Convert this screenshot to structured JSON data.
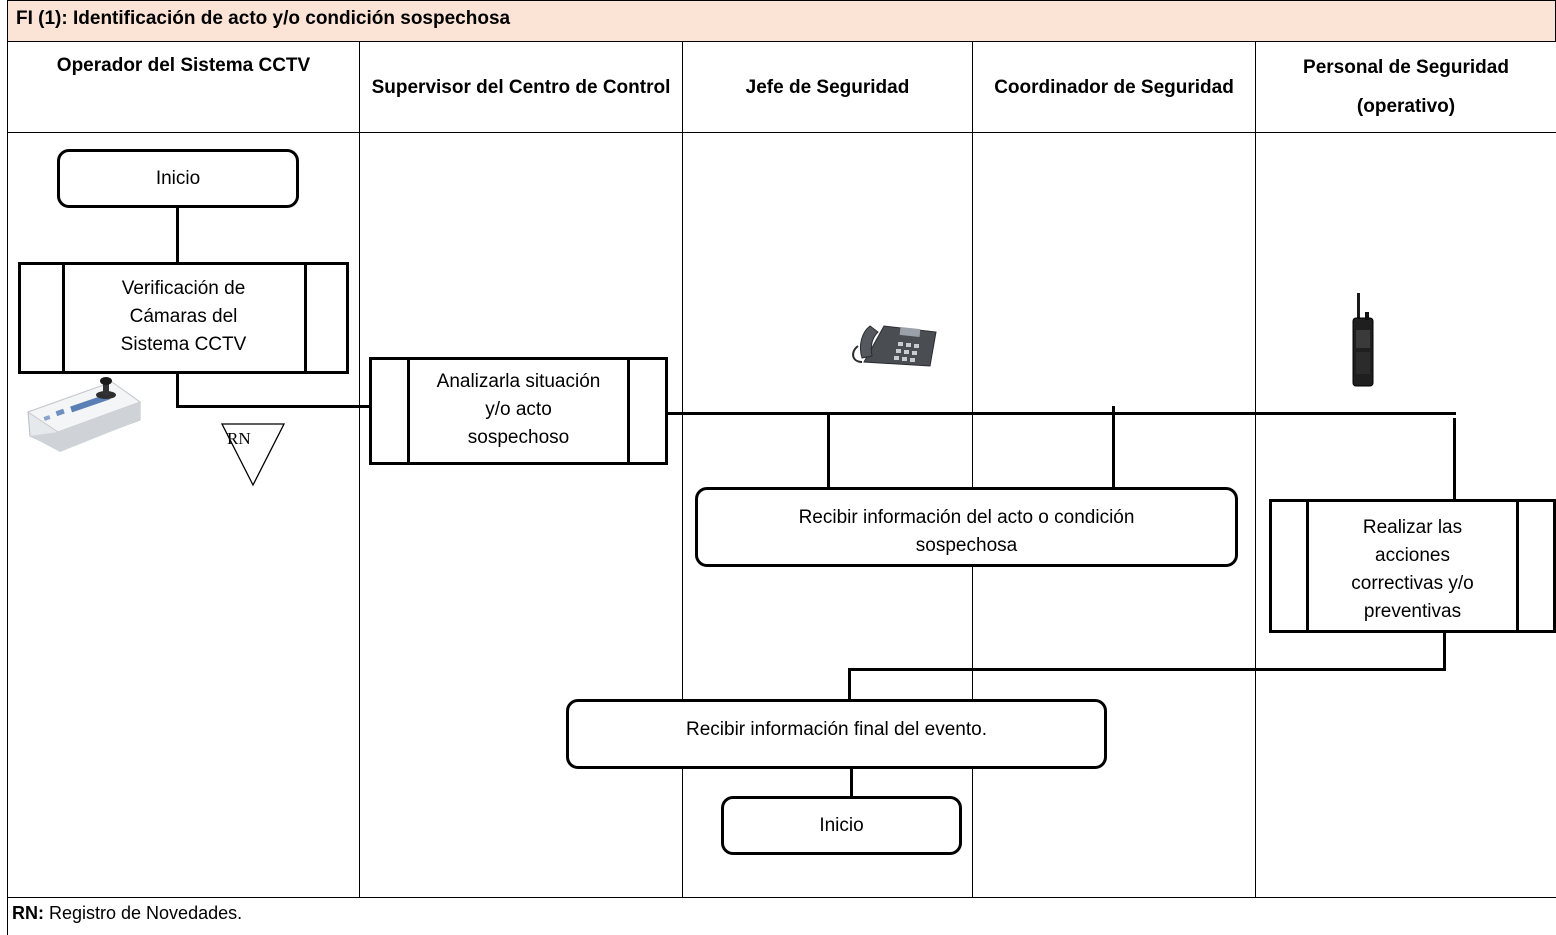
{
  "title": "FI (1): Identificación de acto y/o condición sospechosa",
  "lanes": [
    {
      "header": "Operador del Sistema CCTV"
    },
    {
      "header": "Supervisor del Centro de Control"
    },
    {
      "header": "Jefe de Seguridad"
    },
    {
      "header": "Coordinador de Seguridad"
    },
    {
      "header": "Personal de Seguridad (operativo)"
    }
  ],
  "nodes": {
    "start": "Inicio",
    "verify": "Verificación de Cámaras del Sistema CCTV",
    "analyze": "Analizarla situación y/o acto sospechoso",
    "receive_info": "Recibir información del acto o condición sospechosa",
    "corrective": "Realizar las acciones correctivas y/o preventivas",
    "receive_final": "Recibir información final del evento.",
    "end": "Inicio"
  },
  "record_symbol": "RN",
  "icons": [
    "cctv-controller-icon",
    "desk-phone-icon",
    "walkie-talkie-icon"
  ],
  "footer": {
    "key": "RN:",
    "text": " Registro de Novedades."
  },
  "colors": {
    "title_background": "#fbe4d5",
    "line": "#000000"
  }
}
